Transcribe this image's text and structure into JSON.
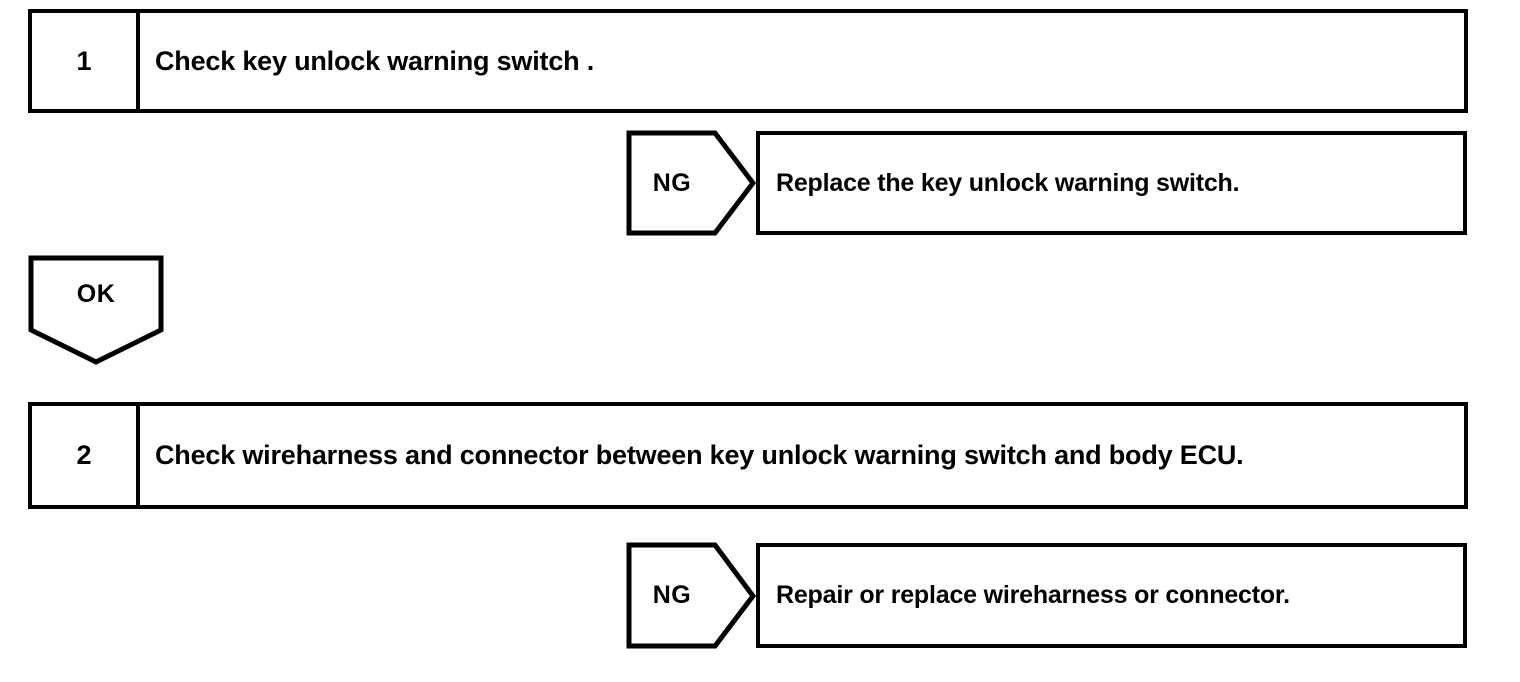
{
  "diagram": {
    "type": "troubleshooting-flowchart",
    "stroke_color": "#000000",
    "background_color": "#ffffff",
    "steps": [
      {
        "number": "1",
        "instruction": "Check key unlock warning switch ."
      },
      {
        "number": "2",
        "instruction": "Check wireharness and connector between key unlock warning switch and body ECU."
      }
    ],
    "branches": [
      {
        "result_label": "NG",
        "action": "Replace the key unlock warning switch."
      },
      {
        "result_label": "OK",
        "action": ""
      },
      {
        "result_label": "NG",
        "action": "Repair or replace wireharness or connector."
      }
    ]
  }
}
